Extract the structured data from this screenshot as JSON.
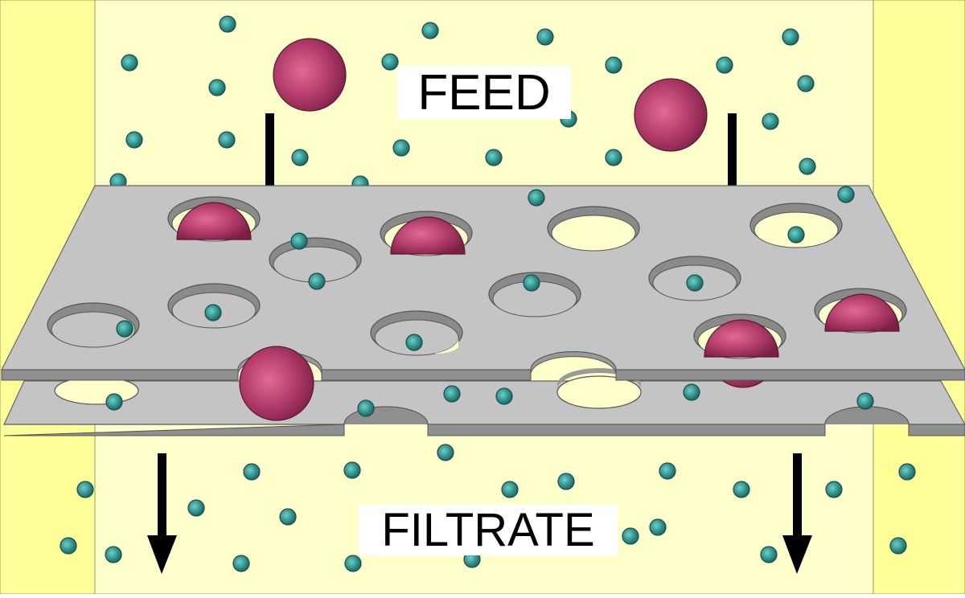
{
  "labels": {
    "feed": "FEED",
    "filtrate": "FILTRATE"
  },
  "colors": {
    "solution": "#ffffcc",
    "wall": "#ffff99",
    "membrane": "#c0c0c0",
    "membrane_edge": "#8c8c8c",
    "large_particle": "#b03a68",
    "small_particle": "#2f8f8a",
    "arrow": "#000000"
  },
  "legend_semantics": {
    "large_particle": "retained-particle",
    "small_particle": "permeating-particle",
    "membrane_layers": 2
  }
}
